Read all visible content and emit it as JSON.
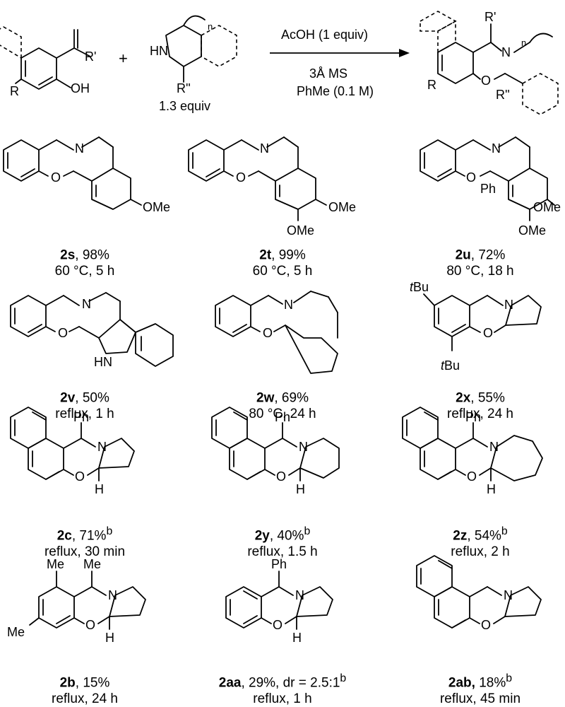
{
  "scheme": {
    "plus": "+",
    "reagent_equiv": "1.3 equiv",
    "conditions": [
      "AcOH (1 equiv)",
      "3Å MS",
      "PhMe (0.1 M)"
    ]
  },
  "atoms": {
    "O": "O",
    "OH": "OH",
    "HN": "HN",
    "N": "N",
    "NH": "HN",
    "R": "R",
    "Rp": "R'",
    "Rpp": "R''",
    "n": "n",
    "OMe": "OMe",
    "Ph": "Ph",
    "H": "H",
    "Me": "Me",
    "tBu_t": "t",
    "tBu_rest": "Bu"
  },
  "compounds": [
    {
      "id": "2s",
      "yield": ", 98%",
      "sup": "",
      "cond": "60 °C, 5 h"
    },
    {
      "id": "2t",
      "yield": ", 99%",
      "sup": "",
      "cond": "60 °C, 5 h"
    },
    {
      "id": "2u",
      "yield": ", 72%",
      "sup": "",
      "cond": "80 °C, 18 h"
    },
    {
      "id": "2v",
      "yield": ", 50%",
      "sup": "",
      "cond": "reflux, 1 h"
    },
    {
      "id": "2w",
      "yield": ", 69%",
      "sup": "",
      "cond": "80 °C, 24 h"
    },
    {
      "id": "2x",
      "yield": ", 55%",
      "sup": "",
      "cond": "reflux, 24 h"
    },
    {
      "id": "2c",
      "yield": ", 71%",
      "sup": "b",
      "cond": "reflux, 30 min"
    },
    {
      "id": "2y",
      "yield": ", 40%",
      "sup": "b",
      "cond": "reflux, 1.5 h"
    },
    {
      "id": "2z",
      "yield": ", 54%",
      "sup": "b",
      "cond": "reflux, 2 h"
    },
    {
      "id": "2b",
      "yield": ", 15%",
      "sup": "",
      "cond": "reflux, 24 h"
    },
    {
      "id": "2aa",
      "yield": ", 29%, dr = 2.5:1",
      "sup": "b",
      "cond": "reflux, 1 h"
    },
    {
      "id": "2ab,",
      "yield": " 18%",
      "sup": "b",
      "cond": "reflux, 45 min"
    }
  ]
}
